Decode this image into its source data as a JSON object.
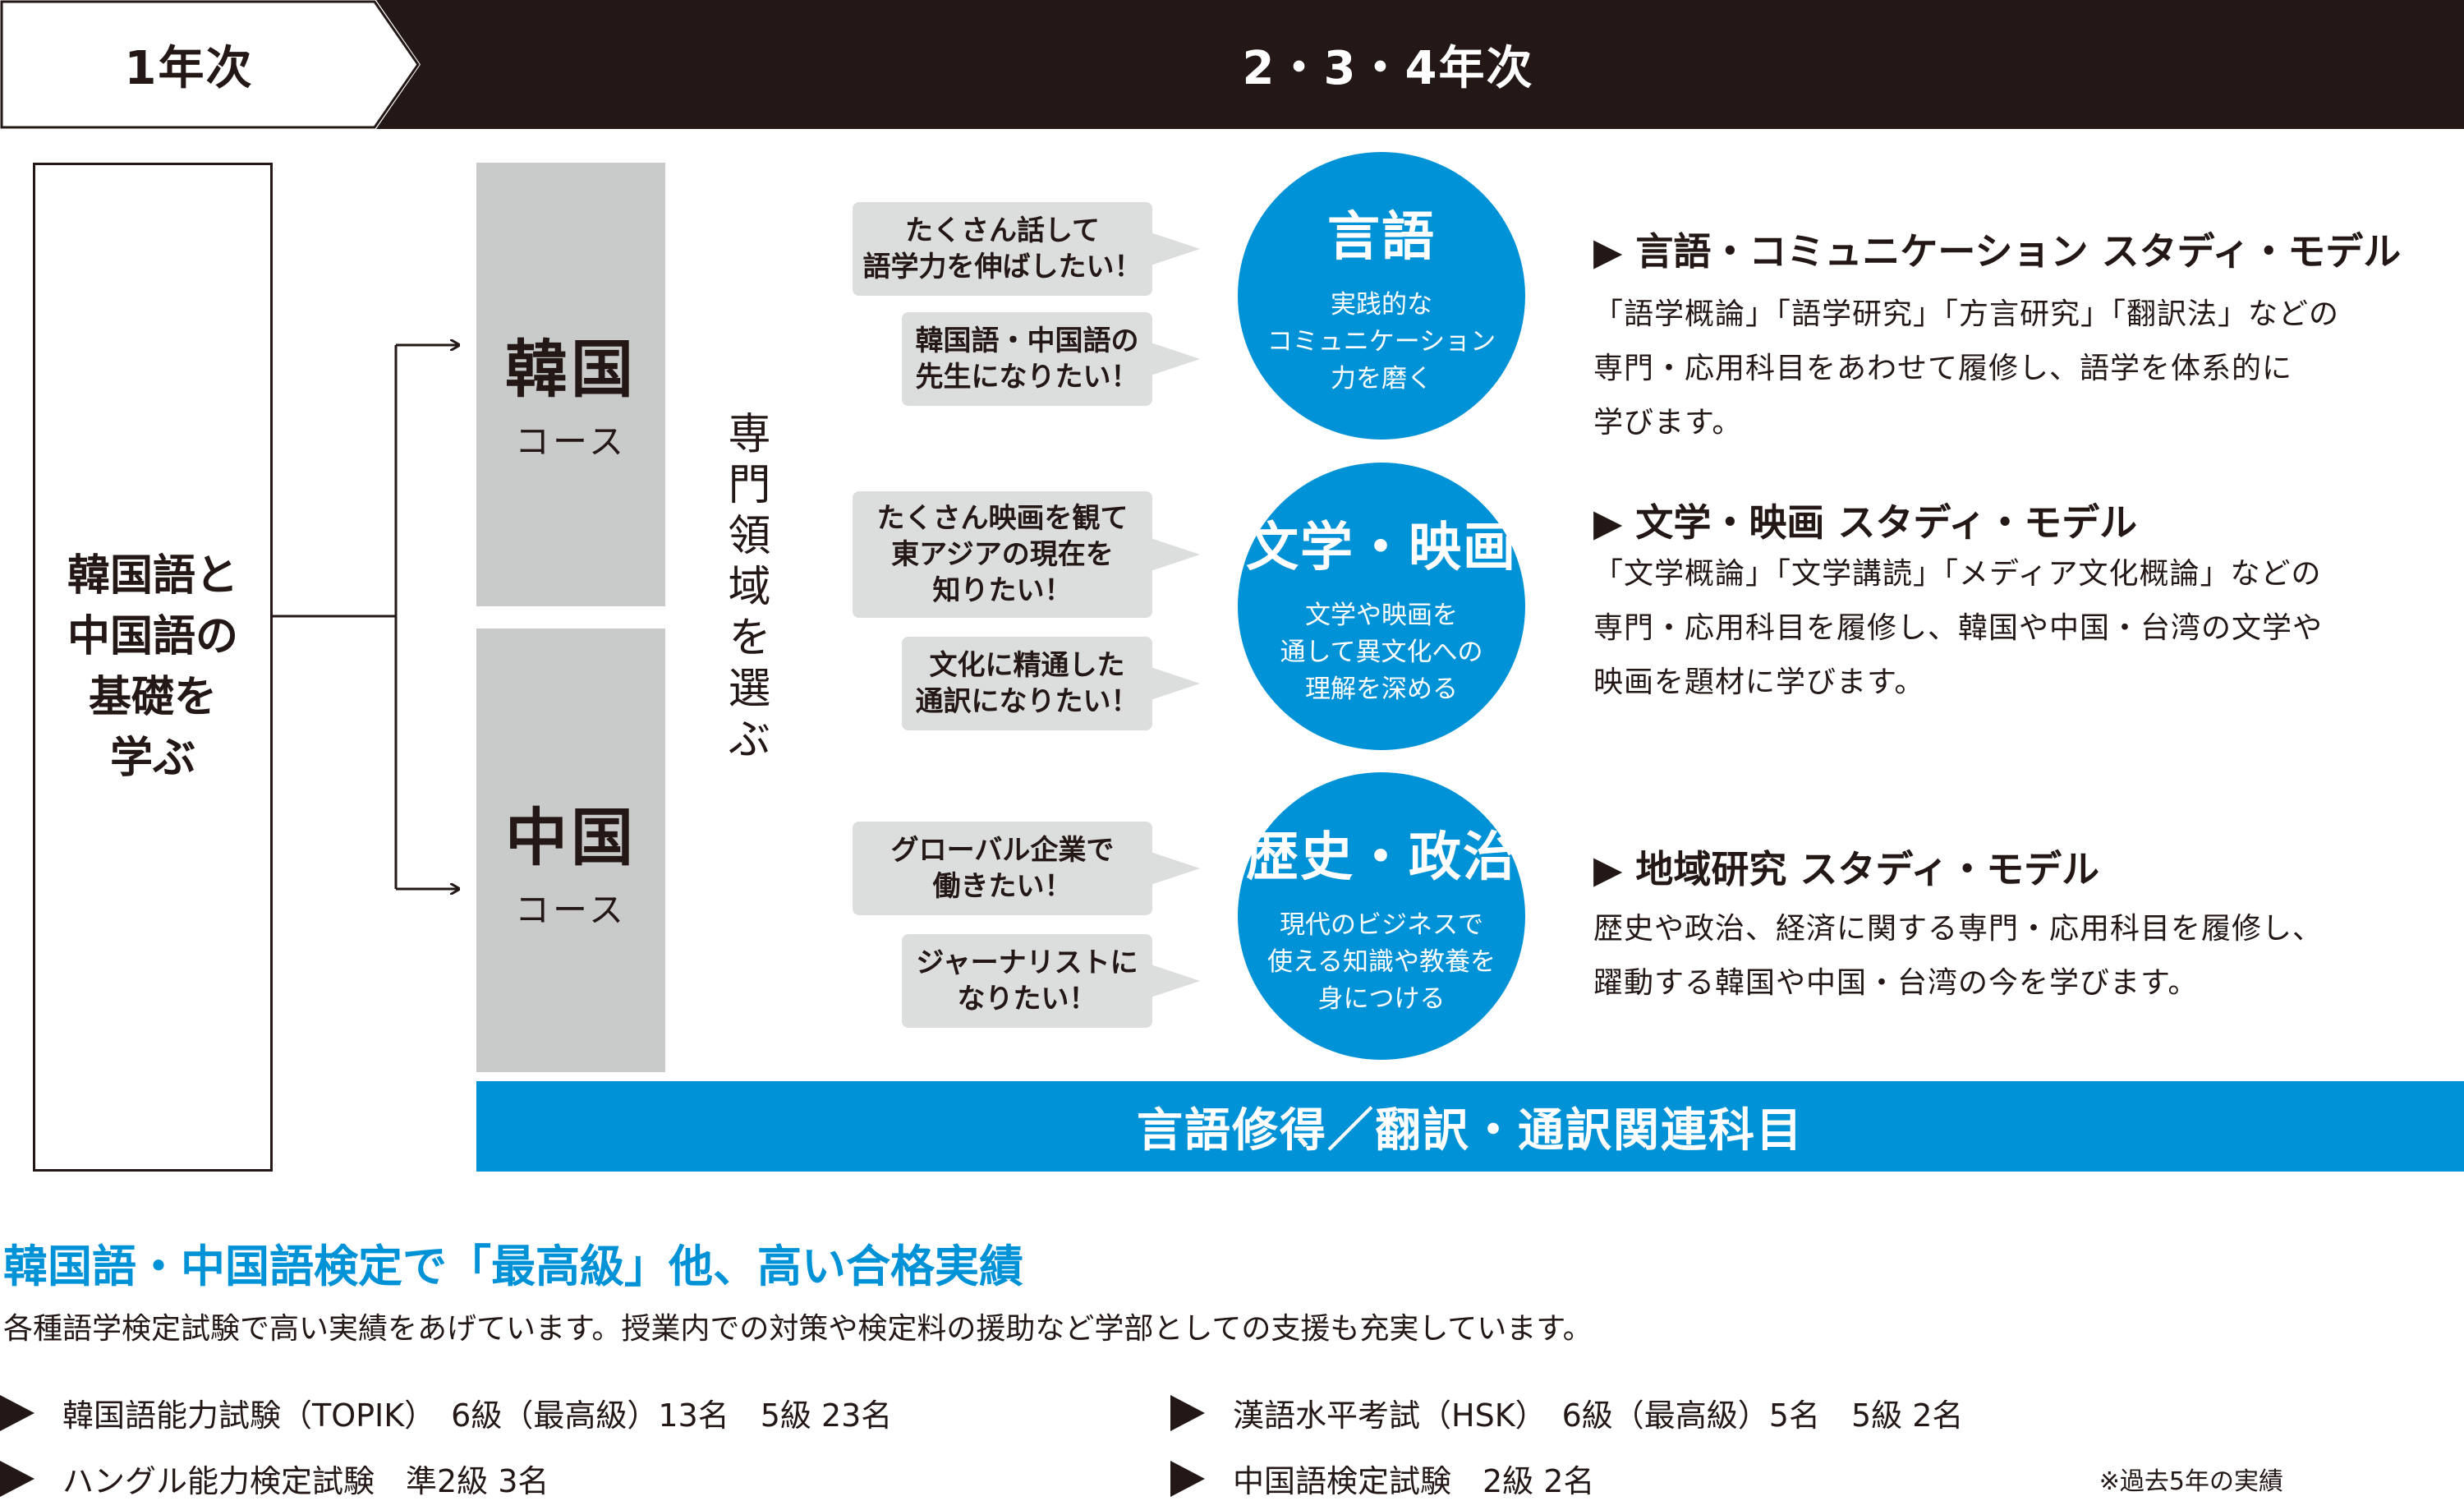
{
  "header": {
    "year1": "1年次",
    "year234": "2・3・4年次"
  },
  "base": {
    "lines": [
      "韓国語と",
      "中国語の",
      "基礎を",
      "学ぶ"
    ]
  },
  "courses": [
    {
      "name": "韓国",
      "sub": "コース"
    },
    {
      "name": "中国",
      "sub": "コース"
    }
  ],
  "vertical_label": "専門領域を選ぶ",
  "bubbles": [
    {
      "line1": "たくさん話して",
      "line2": "語学力を伸ばしたい！"
    },
    {
      "line1": "韓国語・中国語の",
      "line2": "先生になりたい！"
    },
    {
      "line1": "たくさん映画を観て",
      "line2": "東アジアの現在を",
      "line3": "知りたい！"
    },
    {
      "line1": "文化に精通した",
      "line2": "通訳になりたい！"
    },
    {
      "line1": "グローバル企業で",
      "line2": "働きたい！"
    },
    {
      "line1": "ジャーナリストに",
      "line2": "なりたい！"
    }
  ],
  "circles": [
    {
      "title": "言語",
      "desc1": "実践的な",
      "desc2": "コミュニケーション",
      "desc3": "力を磨く"
    },
    {
      "title": "文学・映画",
      "desc1": "文学や映画を",
      "desc2": "通して異文化への",
      "desc3": "理解を深める"
    },
    {
      "title": "歴史・政治",
      "desc1": "現代のビジネスで",
      "desc2": "使える知識や教養を",
      "desc3": "身につける"
    }
  ],
  "models": [
    {
      "title": "▶ 言語・コミュニケーション スタディ・モデル",
      "line1": "「語学概論」「語学研究」「方言研究」「翻訳法」などの",
      "line2": "専門・応用科目をあわせて履修し、語学を体系的に",
      "line3": "学びます。"
    },
    {
      "title": "▶ 文学・映画 スタディ・モデル",
      "line1": "「文学概論」「文学講読」「メディア文化概論」などの",
      "line2": "専門・応用科目を履修し、韓国や中国・台湾の文学や",
      "line3": "映画を題材に学びます。"
    },
    {
      "title": "▶ 地域研究 スタディ・モデル",
      "line1": "歴史や政治、経済に関する専門・応用科目を履修し、",
      "line2": "躍動する韓国や中国・台湾の今を学びます。"
    }
  ],
  "bluebar": "言語修得／翻訳・通訳関連科目",
  "bottom": {
    "heading": "韓国語・中国語検定で「最高級」他、高い合格実績",
    "desc": "各種語学検定試験で高い実績をあげています。授業内での対策や検定料の援助など学部としての支援も充実しています。",
    "exams": [
      "韓国語能力試験（TOPIK）　6級（最高級）13名　5級 23名",
      "ハングル能力検定試験　準2級 3名",
      "漢語水平考試（HSK）　6級（最高級）5名　5級 2名",
      "中国語検定試験　2級 2名"
    ],
    "note": "※過去5年の実績"
  },
  "colors": {
    "accent_blue": "#0092d6",
    "dark": "#231815",
    "course_gray": "#c9caca",
    "bubble_gray": "#dcdddd"
  }
}
